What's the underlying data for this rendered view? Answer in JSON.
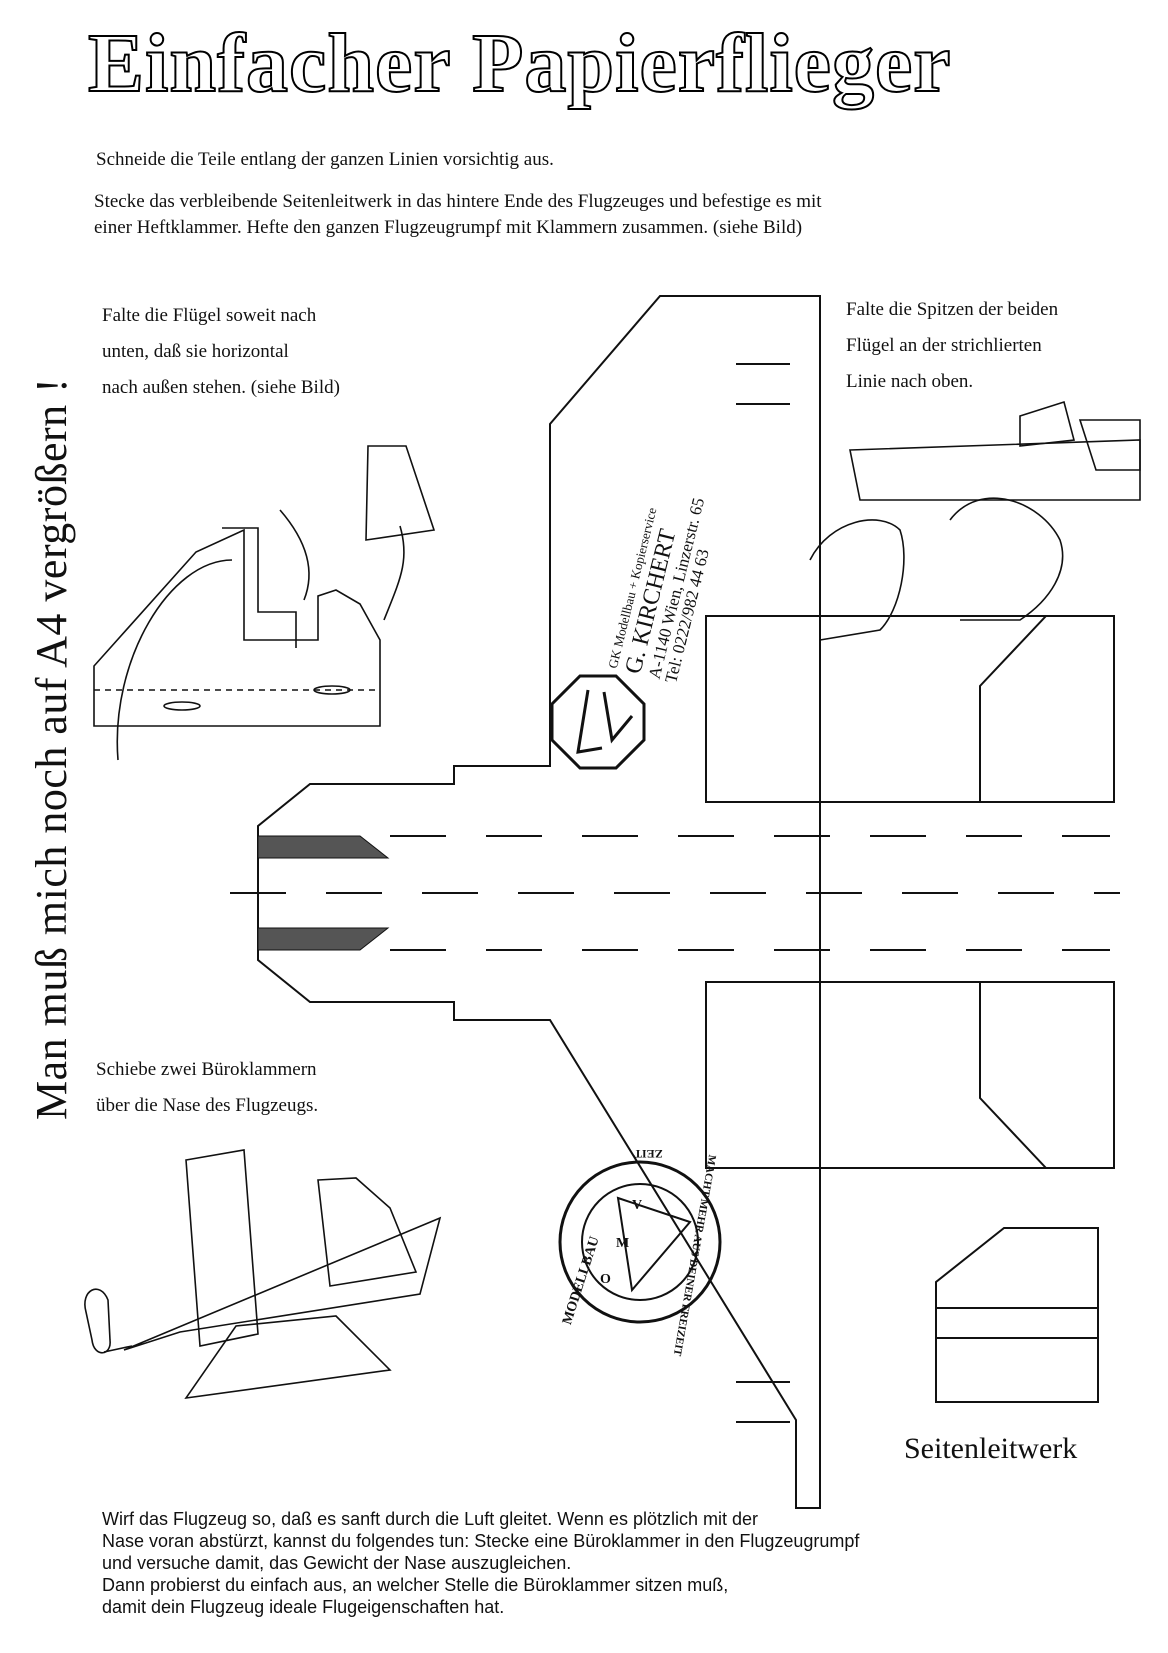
{
  "title": "Einfacher Papierflieger",
  "intro": {
    "line1": "Schneide die Teile entlang der ganzen Linien vorsichtig aus.",
    "line2a": "Stecke das verbleibende Seitenleitwerk in das hintere Ende des Flugzeuges und befestige es mit",
    "line2b": "einer Heftklammer. Hefte den ganzen Flugzeugrumpf mit Klammern zusammen. (siehe Bild)"
  },
  "side_text": "Man muß mich noch auf A4 vergrößern !",
  "step_fold_wings": [
    "Falte die Flügel soweit nach",
    "unten, daß sie horizontal",
    "nach außen stehen. (siehe Bild)"
  ],
  "step_fold_tips": [
    "Falte die Spitzen der beiden",
    "Flügel an der strichlierten",
    "Linie nach oben."
  ],
  "step_clips": [
    "Schiebe zwei Büroklammern",
    "über die Nase des Flugzeugs."
  ],
  "sponsor": {
    "line1": "GK Modellbau + Kopierservice",
    "line2": "G. KIRCHERT",
    "line3": "A-1140 Wien, Linzerstr. 65",
    "line4": "Tel: 0222/982 44 63"
  },
  "stamp": {
    "left": "MODELLBAU",
    "top": "ZEIT",
    "right": "MACHT MEHR AUS DEINER FREIZEIT",
    "letters": [
      "V",
      "M",
      "O"
    ]
  },
  "tail_label": "Seitenleitwerk",
  "bottom_text": [
    "Wirf das Flugzeug so, daß es sanft durch die Luft gleitet. Wenn es plötzlich mit der",
    "Nase voran abstürzt, kannst du folgendes tun: Stecke eine Büroklammer in den Flugzeugrumpf",
    "und versuche damit, das Gewicht der Nase auszugleichen.",
    "Dann probierst du einfach aus, an welcher Stelle die Büroklammer sitzen muß,",
    "damit dein Flugzeug ideale Flugeigenschaften hat."
  ]
}
